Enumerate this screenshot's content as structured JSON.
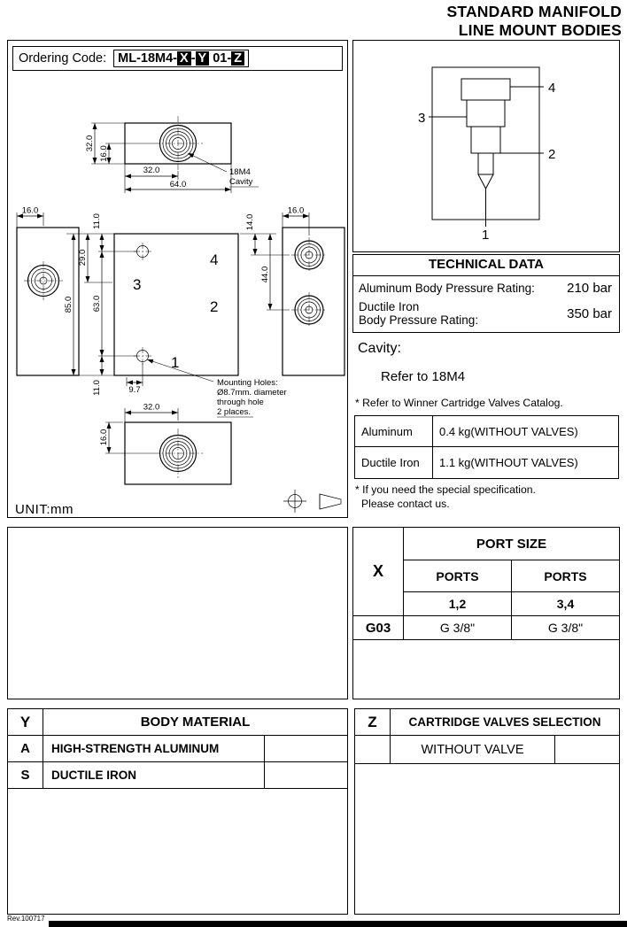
{
  "title": {
    "line1": "STANDARD MANIFOLD",
    "line2": "LINE MOUNT BODIES"
  },
  "ordering": {
    "label": "Ordering Code:",
    "prefix": "ML-18M4-",
    "x": "X",
    "dash1": "-",
    "y": "Y",
    "middle": " 01-",
    "z": "Z"
  },
  "drawing": {
    "unit": "UNIT:mm",
    "cavity_callout_line1": "18M4",
    "cavity_callout_line2": "Cavity",
    "mounting_note": [
      "Mounting Holes:",
      "Ø8.7mm. diameter",
      "through hole",
      "2 places."
    ],
    "dims": {
      "top_height": "32.0",
      "top_half_height": "16.0",
      "top_half_width": "32.0",
      "top_width": "64.0",
      "left_half_width": "16.0",
      "front_hole_top_offset": "11.0",
      "front_port3_offset": "29.0",
      "front_height": "85.0",
      "front_hole_spacing": "63.0",
      "right_port_top_offset": "14.0",
      "right_half_width": "16.0",
      "right_port_spacing": "44.0",
      "front_hole_bottom_offset": "11.0",
      "front_hole_x_offset": "9.7",
      "bottom_half_width": "32.0",
      "bottom_half_height": "16.0"
    },
    "port_numbers": {
      "p1": "1",
      "p2": "2",
      "p3": "3",
      "p4": "4"
    }
  },
  "schematic": {
    "port_numbers": {
      "p1": "1",
      "p2": "2",
      "p3": "3",
      "p4": "4"
    }
  },
  "technical_data": {
    "header": "TECHNICAL DATA",
    "pressure_row1": {
      "label": "Aluminum Body Pressure Rating:",
      "value": "210 bar"
    },
    "pressure_row2": {
      "label_line1": "Ductile Iron",
      "label_line2": "Body Pressure Rating:",
      "value": "350 bar"
    },
    "cavity_label": "Cavity:",
    "cavity_value": "Refer to 18M4",
    "cavity_note": "* Refer to Winner Cartridge Valves Catalog.",
    "weight_rows": [
      {
        "material": "Aluminum",
        "weight": "0.4 kg(WITHOUT VALVES)"
      },
      {
        "material": "Ductile Iron",
        "weight": "1.1 kg(WITHOUT VALVES)"
      }
    ],
    "special_note_line1": "* If you need the special specification.",
    "special_note_line2": "Please contact us."
  },
  "port_size_table": {
    "x_label": "X",
    "header": "PORT SIZE",
    "ports_header_1": "PORTS",
    "ports_header_2": "PORTS",
    "ports_sub_1": "1,2",
    "ports_sub_2": "3,4",
    "row_code": "G03",
    "row_value_1": "G 3/8\"",
    "row_value_2": "G 3/8\""
  },
  "body_material_table": {
    "y_label": "Y",
    "header": "BODY MATERIAL",
    "rows": [
      {
        "code": "A",
        "label": "HIGH-STRENGTH ALUMINUM"
      },
      {
        "code": "S",
        "label": "DUCTILE IRON"
      }
    ]
  },
  "cartridge_table": {
    "z_label": "Z",
    "header": "CARTRIDGE VALVES SELECTION",
    "rows": [
      {
        "label": "WITHOUT VALVE"
      }
    ]
  },
  "footer": {
    "rev": "Rev.100717"
  }
}
